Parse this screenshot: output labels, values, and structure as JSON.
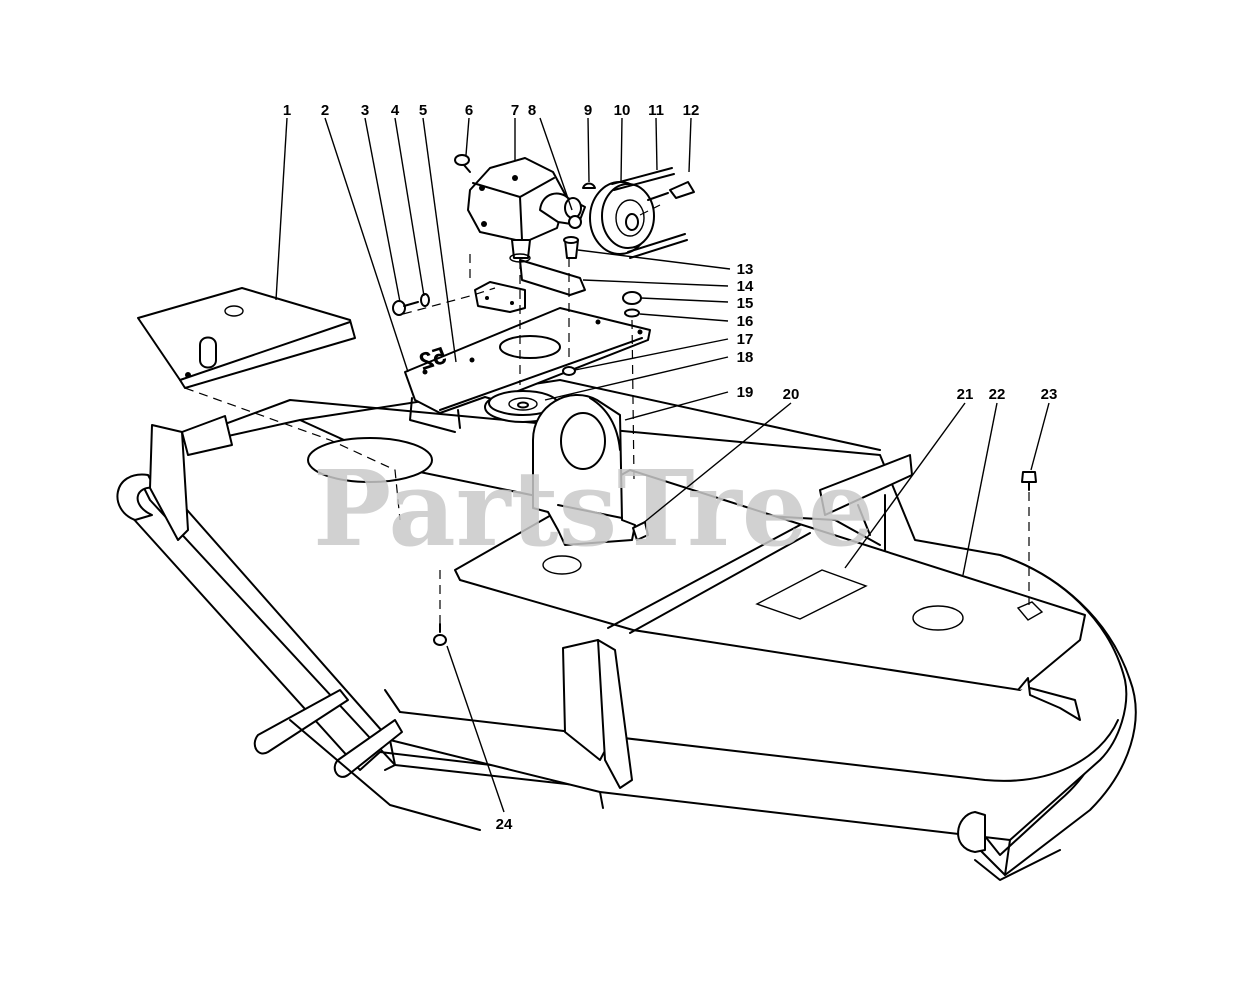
{
  "watermark": "PartsTree",
  "deck_marking": "52",
  "callouts": [
    {
      "id": "c1",
      "label": "1"
    },
    {
      "id": "c2",
      "label": "2"
    },
    {
      "id": "c3",
      "label": "3"
    },
    {
      "id": "c4",
      "label": "4"
    },
    {
      "id": "c5",
      "label": "5"
    },
    {
      "id": "c6",
      "label": "6"
    },
    {
      "id": "c7",
      "label": "7"
    },
    {
      "id": "c8",
      "label": "8"
    },
    {
      "id": "c9",
      "label": "9"
    },
    {
      "id": "c10",
      "label": "10"
    },
    {
      "id": "c11",
      "label": "11"
    },
    {
      "id": "c12",
      "label": "12"
    },
    {
      "id": "c13",
      "label": "13"
    },
    {
      "id": "c14",
      "label": "14"
    },
    {
      "id": "c15",
      "label": "15"
    },
    {
      "id": "c16",
      "label": "16"
    },
    {
      "id": "c17",
      "label": "17"
    },
    {
      "id": "c18",
      "label": "18"
    },
    {
      "id": "c19",
      "label": "19"
    },
    {
      "id": "c20",
      "label": "20"
    },
    {
      "id": "c21",
      "label": "21"
    },
    {
      "id": "c22",
      "label": "22"
    },
    {
      "id": "c23",
      "label": "23"
    },
    {
      "id": "c24",
      "label": "24"
    }
  ]
}
